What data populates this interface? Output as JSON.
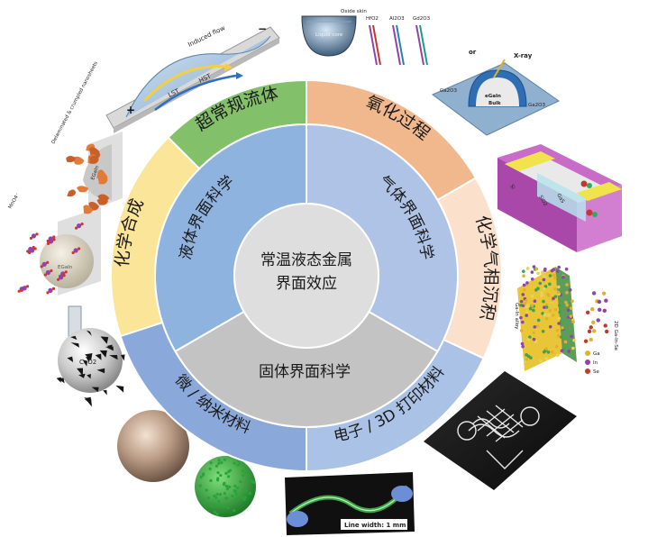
{
  "center": {
    "line1": "常温液态金属",
    "line2": "界面效应"
  },
  "middle_ring": {
    "liquid": "液体界面科学",
    "gas": "气体界面科学",
    "solid": "固体界面科学"
  },
  "outer_ring": {
    "superfluid": "超常规流体",
    "oxidation": "氧化过程",
    "cvd": "化学气相沉积",
    "printing": "电子 / 3D 打印材料",
    "nano": "微 / 纳米材料",
    "synthesis": "化学合成"
  },
  "illustrations": {
    "flow": {
      "induced_flow": "Induced flow",
      "lst": "LST",
      "hst": "HST",
      "plus": "+",
      "minus": "−"
    },
    "oxide": {
      "core": "Liquid core",
      "skin": "Oxide skin",
      "hfo2": "HfO2",
      "al2o3": "Al2O3",
      "gd2o3": "Gd2O3"
    },
    "xray": {
      "xray": "X-ray",
      "ga2o3_a": "Ga2O3",
      "ga2o3_b": "Ga2O3",
      "egain": "eGaIn",
      "bulk": "Bulk",
      "or": "or"
    },
    "cvd": {
      "sio2": "SiO2",
      "si": "Si",
      "gas": "GaS"
    },
    "alloy": {
      "alloy": "Ga-In alloy",
      "product": "2D Ga-In-Se",
      "ga": "Ga",
      "in": "In",
      "se": "Se"
    },
    "mno2": {
      "label": "MnO4⁻",
      "egain": "EGaIn"
    },
    "delaminated": {
      "label": "Delaminated & crumpled nanosheets",
      "egain": "EGaIn"
    },
    "ceo2": {
      "label": "CeO2"
    },
    "line": {
      "label": "Line width: 1 mm"
    }
  },
  "colors": {
    "superfluid": "#83c06a",
    "oxidation": "#f2b88d",
    "cvd": "#fbe1cc",
    "printing": "#a9c2e6",
    "nano": "#8aa8d9",
    "synthesis": "#fae598",
    "mid_liquid": "#8fb3df",
    "mid_gas": "#aec3e6",
    "mid_solid": "#c3c3c3",
    "core": "#dedede"
  }
}
